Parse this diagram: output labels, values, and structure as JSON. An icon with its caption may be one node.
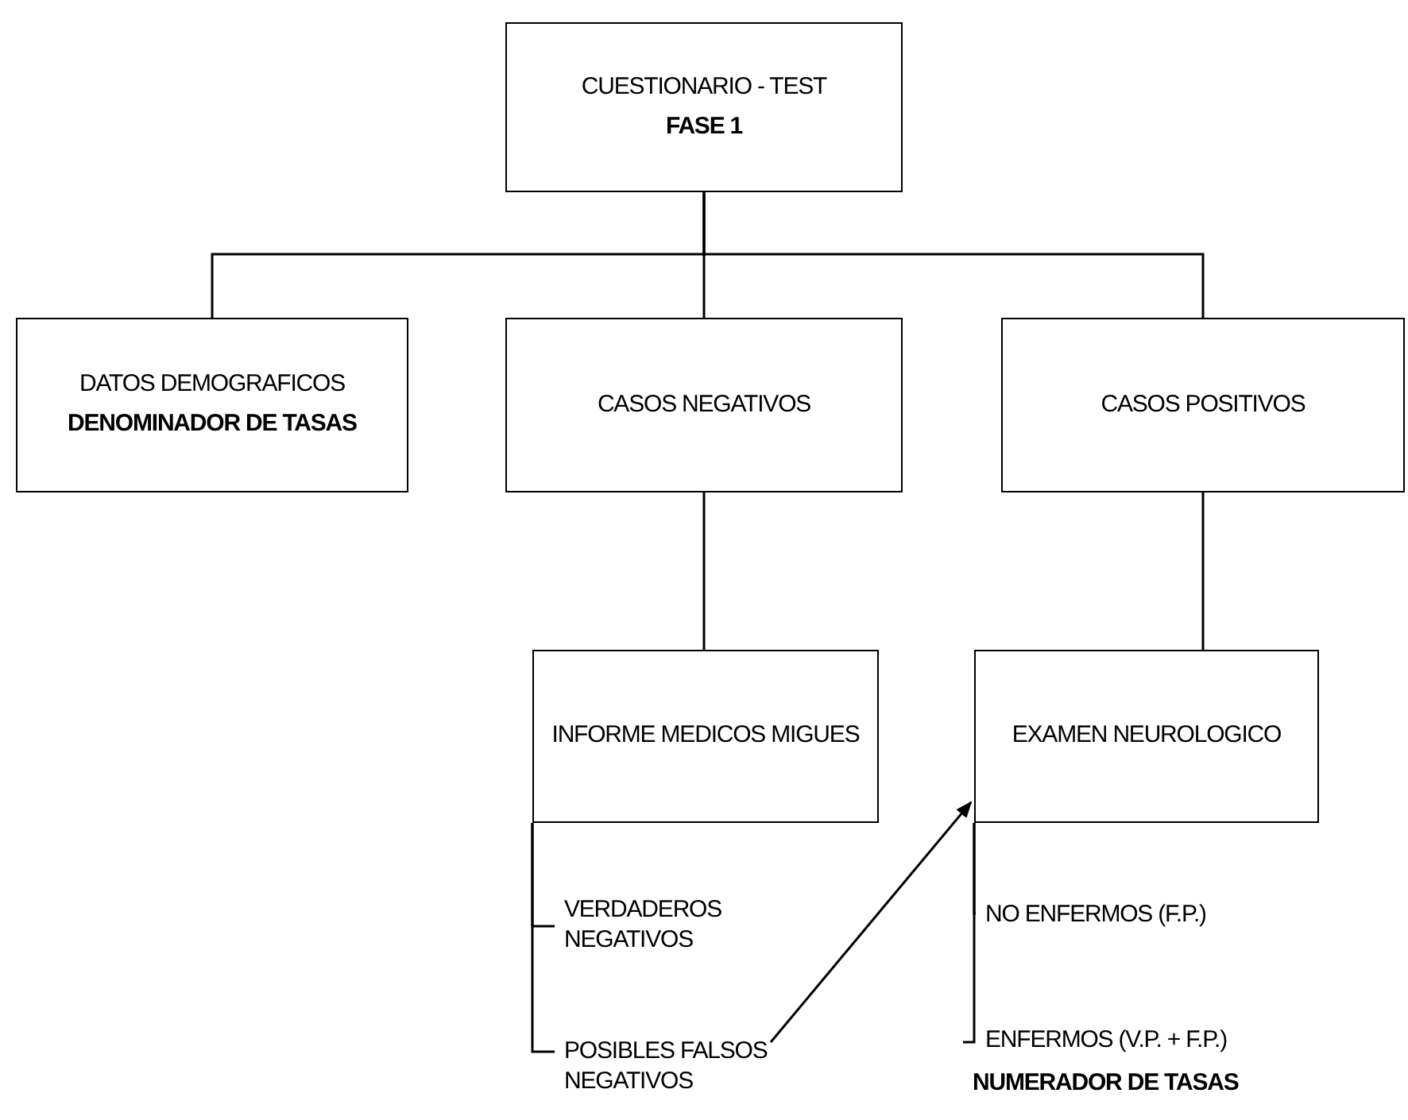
{
  "diagram": {
    "nodes": [
      {
        "text": [
          "CUESTIONARIO - TEST",
          "FASE 1"
        ]
      },
      {
        "text": [
          "DATOS DEMOGRAFICOS",
          "DENOMINADOR DE TASAS"
        ]
      },
      {
        "text": [
          "CASOS NEGATIVOS"
        ]
      },
      {
        "text": [
          "CASOS POSITIVOS"
        ]
      },
      {
        "text": [
          "INFORME MEDICOS MIGUES"
        ]
      },
      {
        "text": [
          "EXAMEN NEUROLOGICO"
        ]
      },
      {
        "text": [
          "VERDADEROS NEGATIVOS"
        ]
      },
      {
        "text": [
          "POSIBLES FALSOS NEGATIVOS"
        ]
      },
      {
        "text": [
          "NO ENFERMOS (F.P.)"
        ]
      },
      {
        "text": [
          "ENFERMOS (V.P. + F.P.)"
        ],
        "beside": [
          "NUMERADOR DE TASAS"
        ]
      }
    ],
    "edges": [
      {
        "from": 0,
        "to": 1,
        "arrow": "none"
      },
      {
        "from": 0,
        "to": 2,
        "arrow": "none"
      },
      {
        "from": 0,
        "to": 3,
        "arrow": "none"
      },
      {
        "from": 2,
        "to": 4,
        "arrow": "none"
      },
      {
        "from": 3,
        "to": 5,
        "arrow": "none"
      },
      {
        "from": 4,
        "to": 6,
        "arrow": "none"
      },
      {
        "from": 4,
        "to": 7,
        "arrow": "none"
      },
      {
        "from": 5,
        "to": 8,
        "arrow": "none"
      },
      {
        "from": 5,
        "to": 9,
        "arrow": "none"
      },
      {
        "from": 7,
        "to": 5,
        "arrow": "to"
      }
    ]
  }
}
